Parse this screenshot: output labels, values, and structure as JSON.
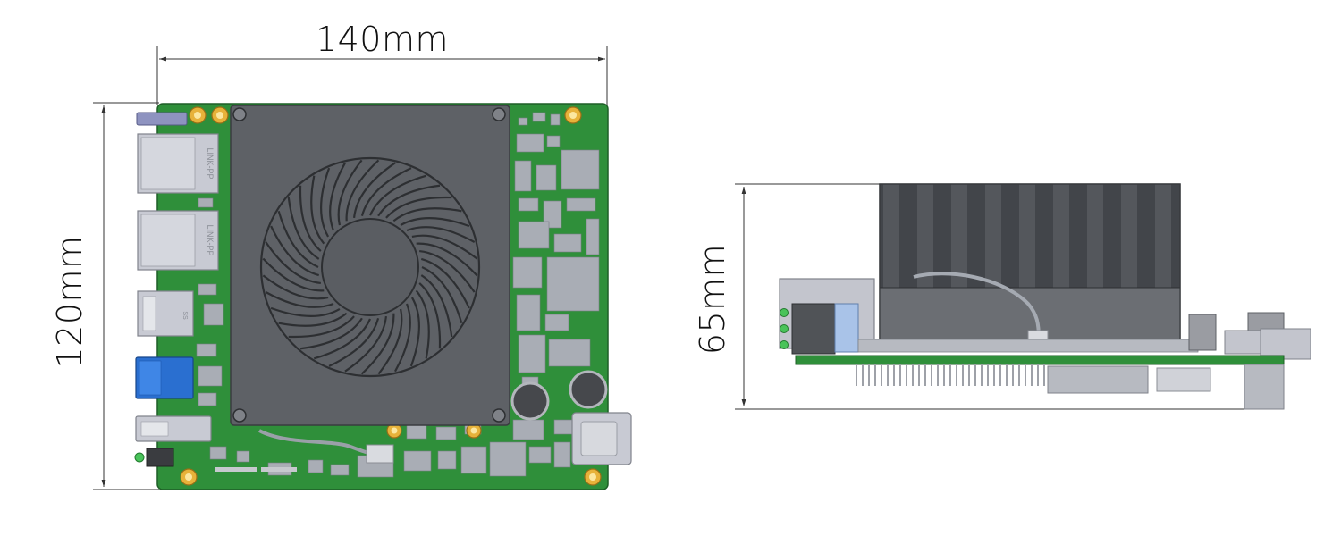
{
  "dimensions": {
    "width": "140mm",
    "length": "120mm",
    "height": "65mm"
  },
  "port_text": {
    "rj45": "LINK-PP",
    "usb_logo": "SS"
  },
  "colors": {
    "pcb": "#2f8f3a",
    "pcb_dark": "#23702c",
    "heatsink": "#5e6166",
    "heatsink_dark": "#43464a",
    "metal": "#b9bcc4",
    "gold": "#e7b23a",
    "usb_blue": "#2a6fd0",
    "line": "#333333"
  },
  "icons": [
    "fan-icon",
    "screw-icon",
    "capacitor-icon",
    "led-icon"
  ]
}
